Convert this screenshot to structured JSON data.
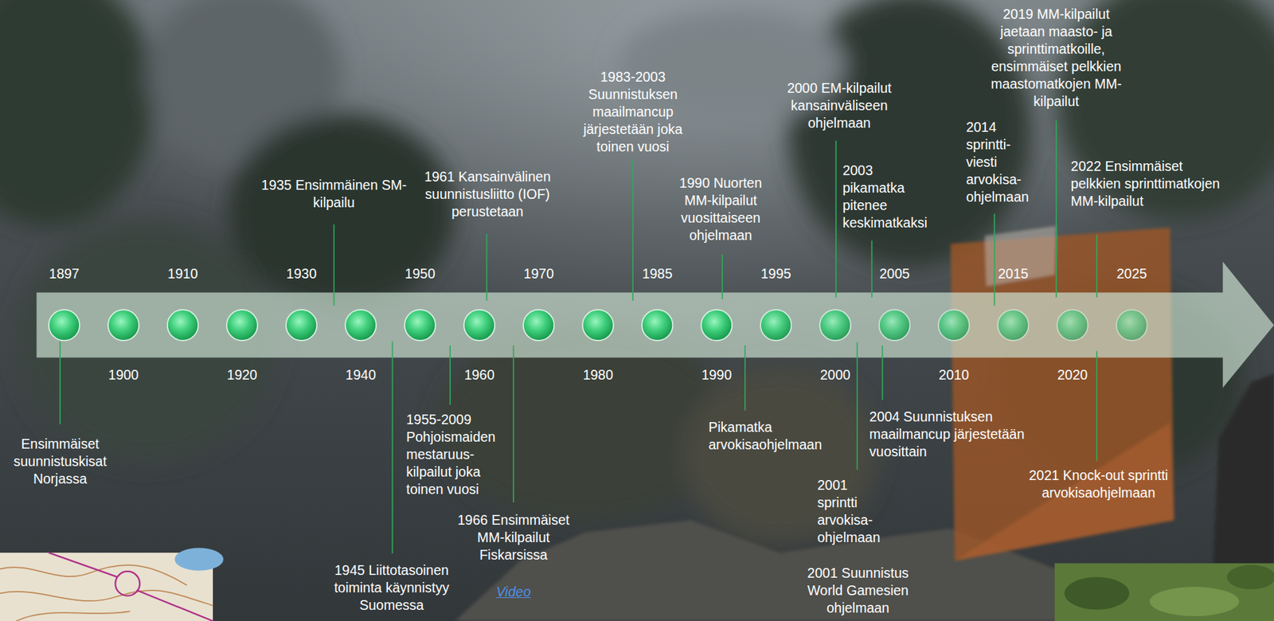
{
  "diagram": {
    "labels": [
      "1935 Ensimmäinen SM-kilpailu",
      "1961 Kansainvälinen suunnistusliitto (IOF) perustetaan",
      "1983-2003 Suunnistuksen maailmancup järjestetään joka toinen vuosi",
      "1990 Nuorten MM-kilpailut vuosittaiseen ohjelmaan",
      "2000 EM-kilpailut kansainväliseen ohjelmaan",
      "2003 pikamatka pitenee keskimatkaksi",
      "2014 sprintti-viesti arvokisa-ohjelmaan",
      "2019 MM-kilpailut jaetaan maasto- ja sprinttimatkoille, ensimmäiset pelkkien maastomatkojen MM-kilpailut",
      "2022 Ensimmäiset pelkkien sprinttimatkojen MM-kilpailut",
      "1897",
      "1910",
      "1930",
      "1950",
      "1970",
      "1985",
      "1995",
      "2005",
      "2015",
      "2025",
      "1900",
      "1920",
      "1940",
      "1960",
      "1980",
      "1990",
      "2000",
      "2010",
      "2020",
      "Ensimmäiset suunnistuskisat Norjassa",
      "1955-2009 Pohjoismaiden mestaruus-kilpailut joka toinen vuosi",
      "1966 Ensimmäiset MM-kilpailut Fiskarsissa",
      "Video",
      "1945 Liittotasoinen toiminta käynnistyy Suomessa",
      "Pikamatka arvokisaohjelmaan",
      "2004 Suunnistuksen maailmancup järjestetään vuosittain",
      "2001 sprintti arvokisa-ohjelmaan",
      "2001 Suunnistus World Gamesien ohjelmaan",
      "2021 Knock-out sprintti arvokisaohjelmaan"
    ]
  }
}
